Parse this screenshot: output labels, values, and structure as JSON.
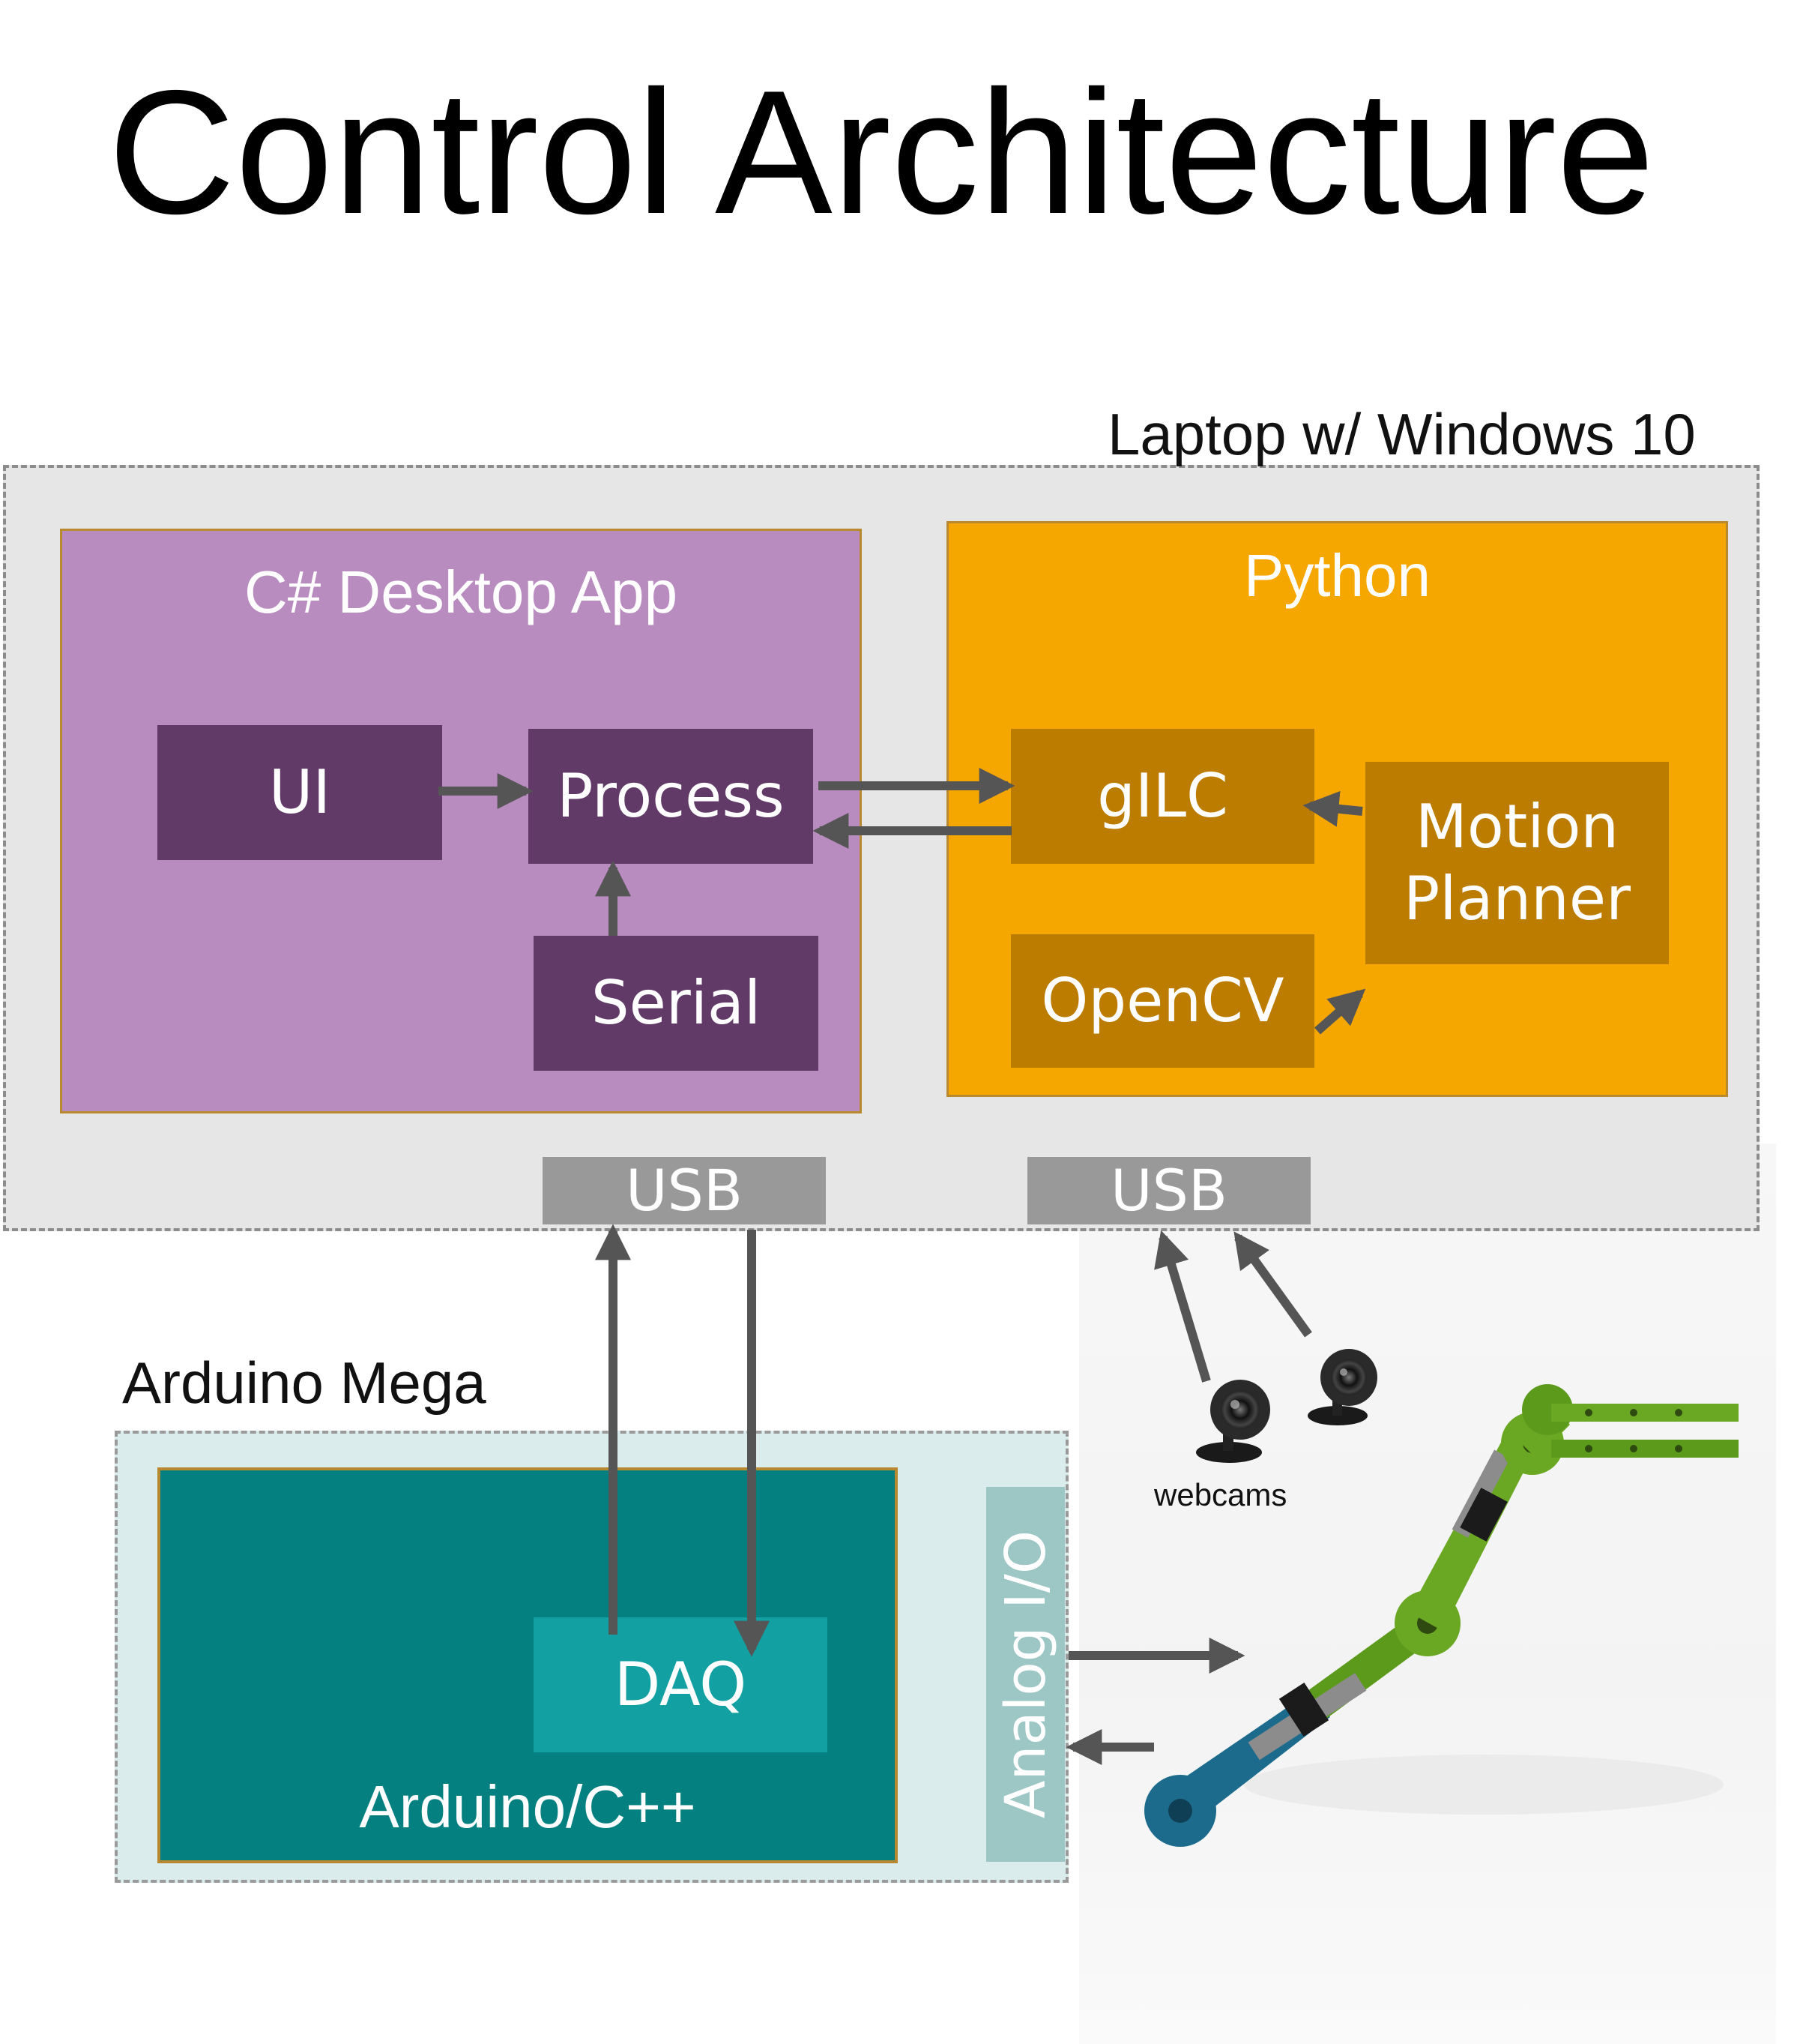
{
  "title": "Control Architecture",
  "laptop": {
    "label": "Laptop w/ Windows 10",
    "csharp_app": {
      "title": "C# Desktop App",
      "ui": "UI",
      "process": "Process",
      "serial": "Serial"
    },
    "python": {
      "title": "Python",
      "gilc": "gILC",
      "motion_planner": "Motion Planner",
      "opencv": "OpenCV"
    },
    "usb_left": "USB",
    "usb_right": "USB"
  },
  "arduino": {
    "label": "Arduino Mega",
    "inner_title": "Arduino/C++",
    "daq": "DAQ",
    "analog_io": "Analog I/O"
  },
  "webcams_caption": "webcams",
  "colors": {
    "laptop_bg": "#e6e6e6",
    "csharp_bg": "#b98cc0",
    "csharp_block": "#613a68",
    "python_bg": "#f5a700",
    "python_block": "#bb7c00",
    "arduino_bg": "#048080",
    "daq_block": "#13a0a2",
    "usb_block": "#999999",
    "arrow": "#555555"
  }
}
